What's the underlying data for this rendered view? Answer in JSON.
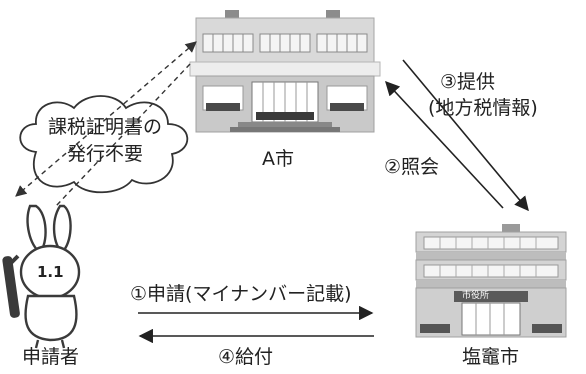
{
  "nodes": {
    "city_a": "A市",
    "shiogama": "塩竈市",
    "applicant": "申請者",
    "city_hall_sign": "市役所"
  },
  "cloud": {
    "line1": "課税証明書の",
    "line2": "発行不要"
  },
  "flows": {
    "step1": "①申請(マイナンバー記載)",
    "step2": "②照会",
    "step3_line1": "③提供",
    "step3_line2": "(地方税情報)",
    "step4": "④給付"
  },
  "mascot": {
    "badge": "1.1"
  }
}
